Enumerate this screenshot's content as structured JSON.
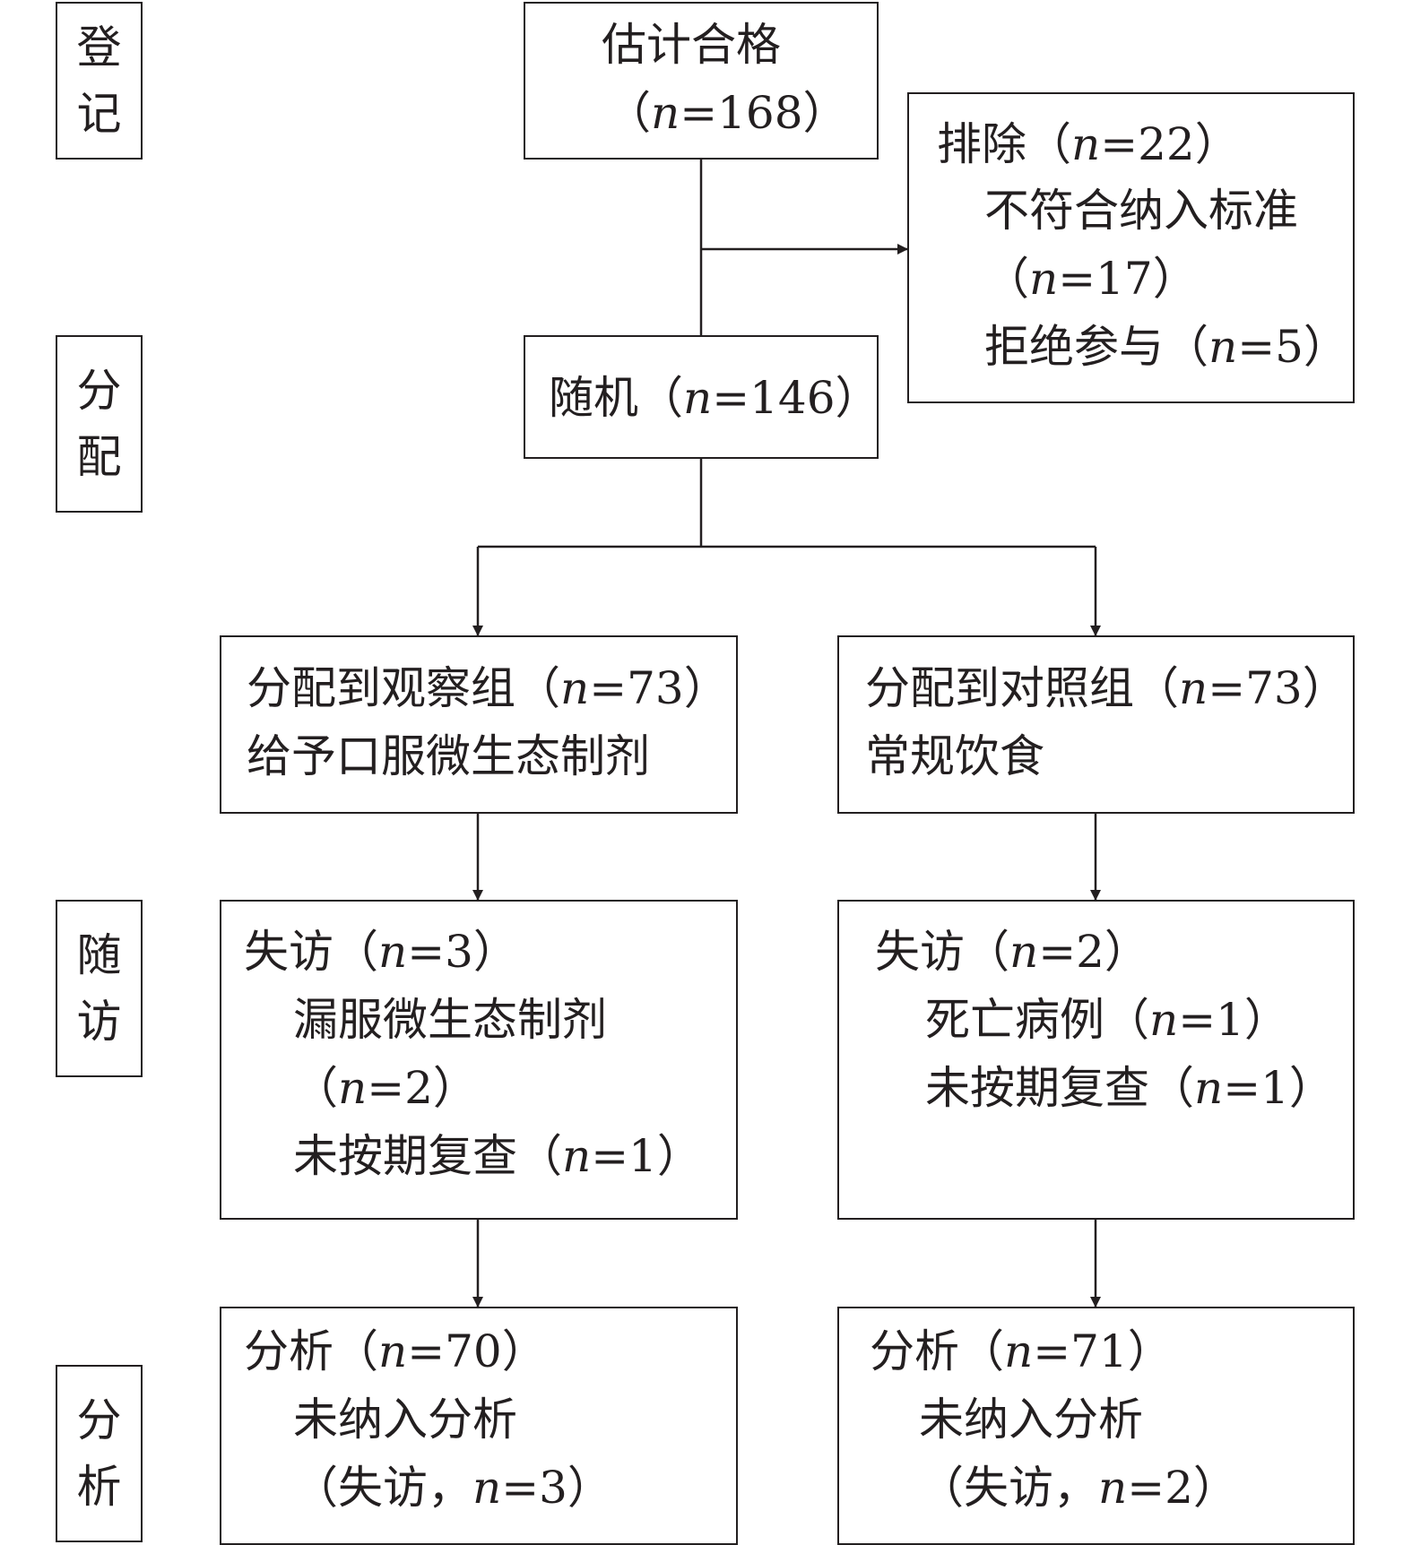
{
  "stages": {
    "enrollment": [
      "登",
      "记"
    ],
    "allocation": [
      "分",
      "配"
    ],
    "follow_up": [
      "随",
      "访"
    ],
    "analysis": [
      "分",
      "析"
    ]
  },
  "eligible": {
    "title": "估计合格",
    "open": "（",
    "n_var": "n",
    "eq": "=168",
    "close": "）"
  },
  "excluded": {
    "line1": {
      "label": "排除（",
      "n_var": "n",
      "eq": "=22",
      "close": "）"
    },
    "line2": {
      "text": "不符合纳入标准"
    },
    "line3": {
      "open": "（",
      "n_var": "n",
      "eq": "=17",
      "close": "）"
    },
    "line4": {
      "label": "拒绝参与（",
      "n_var": "n",
      "eq": "=5",
      "close": "）"
    }
  },
  "randomized": {
    "label": "随机（",
    "n_var": "n",
    "eq": "=146",
    "close": "）"
  },
  "alloc_obs": {
    "line1": {
      "label": "分配到观察组（",
      "n_var": "n",
      "eq": "=73",
      "close": "）"
    },
    "line2": {
      "text": "给予口服微生态制剂"
    }
  },
  "alloc_ctrl": {
    "line1": {
      "label": "分配到对照组（",
      "n_var": "n",
      "eq": "=73",
      "close": "）"
    },
    "line2": {
      "text": "常规饮食"
    }
  },
  "fu_obs": {
    "line1": {
      "label": "失访（",
      "n_var": "n",
      "eq": "=3",
      "close": "）"
    },
    "line2": {
      "text": "漏服微生态制剂"
    },
    "line3": {
      "open": "（",
      "n_var": "n",
      "eq": "=2",
      "close": "）"
    },
    "line4": {
      "label": "未按期复查（",
      "n_var": "n",
      "eq": "=1",
      "close": "）"
    }
  },
  "fu_ctrl": {
    "line1": {
      "label": "失访（",
      "n_var": "n",
      "eq": "=2",
      "close": "）"
    },
    "line2": {
      "label": "死亡病例（",
      "n_var": "n",
      "eq": "=1",
      "close": "）"
    },
    "line3": {
      "label": "未按期复查（",
      "n_var": "n",
      "eq": "=1",
      "close": "）"
    }
  },
  "an_obs": {
    "line1": {
      "label": "分析（",
      "n_var": "n",
      "eq": "=70",
      "close": "）"
    },
    "line2": {
      "text": "未纳入分析"
    },
    "line3": {
      "label": "（失访，",
      "n_var": "n",
      "eq": "=3",
      "close": "）"
    }
  },
  "an_ctrl": {
    "line1": {
      "label": "分析（",
      "n_var": "n",
      "eq": "=71",
      "close": "）"
    },
    "line2": {
      "text": "未纳入分析"
    },
    "line3": {
      "label": "（失访，",
      "n_var": "n",
      "eq": "=2",
      "close": "）"
    }
  }
}
